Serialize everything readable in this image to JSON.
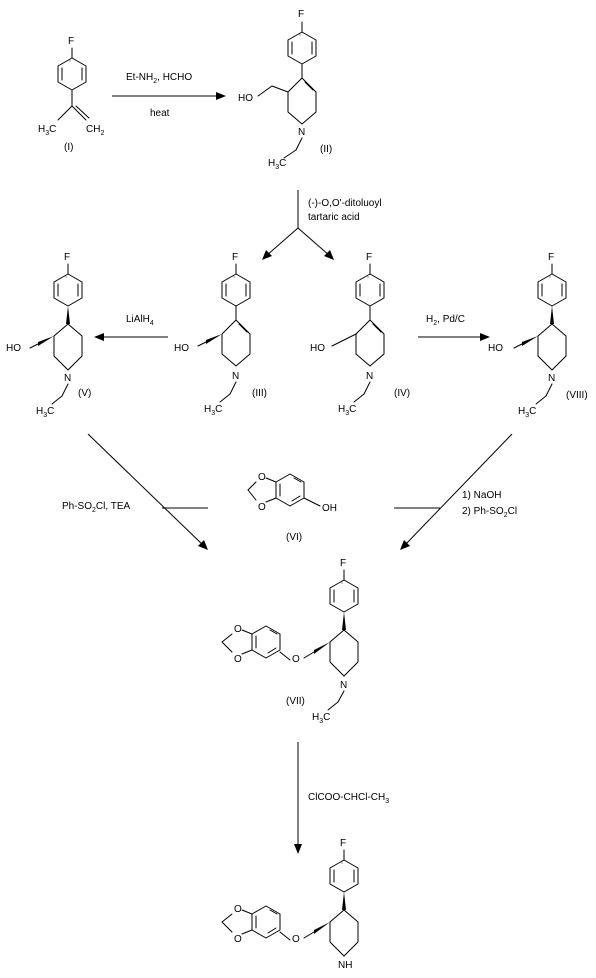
{
  "compounds": {
    "c1": {
      "id": "(I)",
      "f": "F",
      "me": "H",
      "me3": "3",
      "mec": "C",
      "ch2": "CH",
      "ch2n": "2"
    },
    "c2": {
      "id": "(II)",
      "f": "F",
      "oh": "HO",
      "n": "N",
      "me": "H",
      "me3": "3",
      "mec": "C"
    },
    "c3": {
      "id": "(III)",
      "f": "F",
      "oh": "HO",
      "n": "N",
      "me": "H",
      "me3": "3",
      "mec": "C"
    },
    "c4": {
      "id": "(IV)",
      "f": "F",
      "oh": "HO",
      "n": "N",
      "me": "H",
      "me3": "3",
      "mec": "C"
    },
    "c5": {
      "id": "(V)",
      "f": "F",
      "oh": "HO",
      "n": "N",
      "me": "H",
      "me3": "3",
      "mec": "C"
    },
    "c6": {
      "id": "(VI)",
      "oh": "OH",
      "o1": "O",
      "o2": "O"
    },
    "c7": {
      "id": "(VII)",
      "f": "F",
      "n": "N",
      "o": "O",
      "o1": "O",
      "o2": "O",
      "me": "H",
      "me3": "3",
      "mec": "C"
    },
    "c8": {
      "id": "(VIII)",
      "f": "F",
      "oh": "HO",
      "n": "N",
      "me": "H",
      "me3": "3",
      "mec": "C"
    },
    "c9": {
      "f": "F",
      "nh": "NH",
      "o": "O",
      "o1": "O",
      "o2": "O"
    }
  },
  "reagents": {
    "r1a": "Et-NH",
    "r1a_sub": "2",
    "r1a_tail": ",  HCHO",
    "r1b": "heat",
    "r2a": "(-)-O,O'-ditoluoyl",
    "r2b": "tartaric acid",
    "r3": "LiAlH",
    "r3_sub": "4",
    "r4": "H",
    "r4_sub": "2",
    "r4_tail": ", Pd/C",
    "r5": "Ph-SO",
    "r5_sub": "2",
    "r5_tail": "Cl, TEA",
    "r6a": "1)  NaOH",
    "r6b": "2) Ph-SO",
    "r6b_sub": "2",
    "r6b_tail": "Cl",
    "r7": "ClCOO-CHCl-CH",
    "r7_sub": "3"
  }
}
